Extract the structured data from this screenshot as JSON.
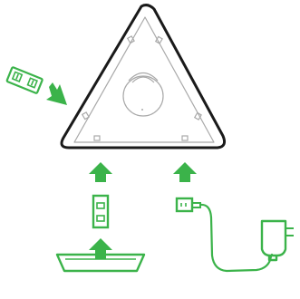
{
  "diagram": {
    "colors": {
      "background": "#ffffff",
      "device_outline": "#1a1a1a",
      "device_detail": "#a9a9a9",
      "accent": "#3bb34a"
    },
    "parts": [
      {
        "name": "triangle-hub-device",
        "icon": "triangle-hub-icon"
      },
      {
        "name": "battery-pack",
        "icon": "battery-pack-icon"
      },
      {
        "name": "power-adapter",
        "icon": "power-adapter-icon"
      },
      {
        "name": "power-cable",
        "icon": "power-cable-icon"
      },
      {
        "name": "cable-connector",
        "icon": "cable-connector-icon"
      },
      {
        "name": "mounting-base",
        "icon": "mounting-base-icon"
      }
    ],
    "arrows": [
      {
        "name": "arrow-battery-to-hub",
        "direction": "down-right"
      },
      {
        "name": "arrow-adapter-to-hub",
        "direction": "up"
      },
      {
        "name": "arrow-connector-to-hub",
        "direction": "up"
      },
      {
        "name": "arrow-base-to-adapter",
        "direction": "up"
      }
    ]
  }
}
